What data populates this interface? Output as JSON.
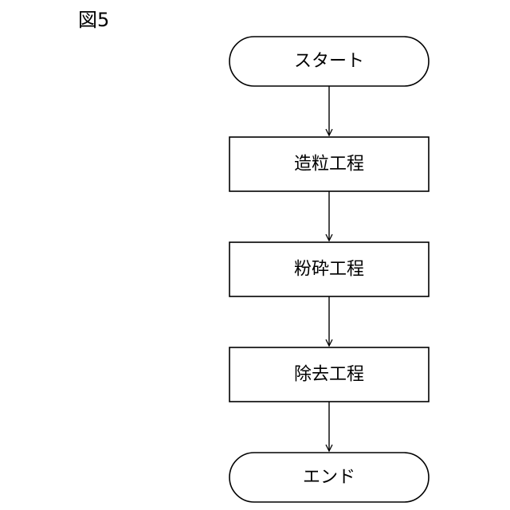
{
  "figure": {
    "label": "図5"
  },
  "flowchart": {
    "start": "スタート",
    "steps": [
      "造粒工程",
      "粉砕工程",
      "除去工程"
    ],
    "end": "エンド"
  },
  "colors": {
    "stroke": "#000000",
    "background": "#ffffff"
  }
}
